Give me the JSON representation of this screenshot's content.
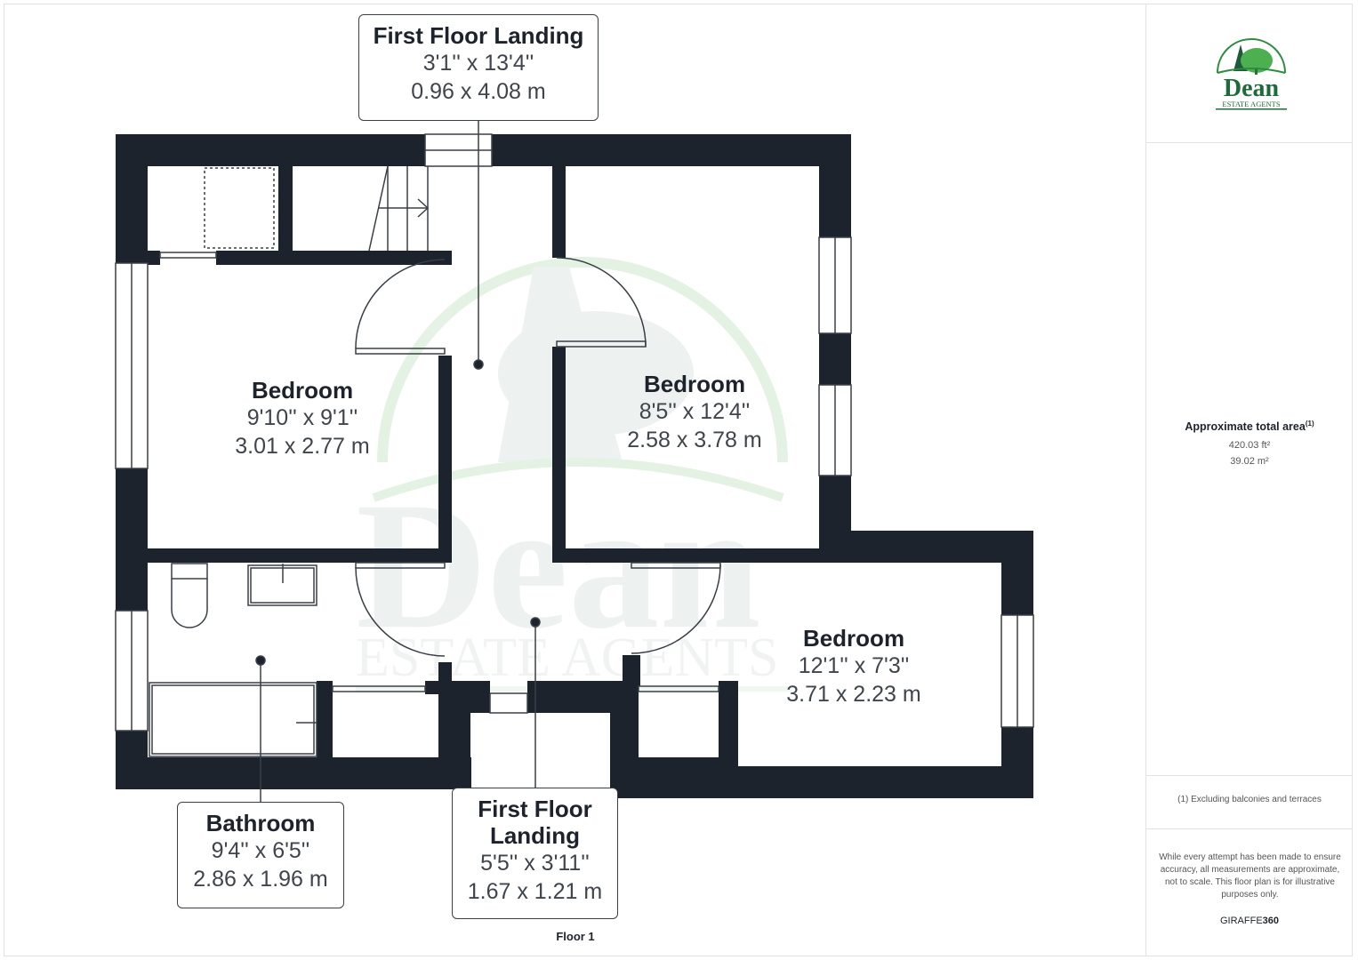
{
  "plan": {
    "floor_label": "Floor 1",
    "colors": {
      "wall": "#1d232c",
      "watermark_green": "#7cbf7a",
      "watermark_grey": "#dfe6e4"
    },
    "rooms": [
      {
        "id": "landing-top",
        "name": "First Floor Landing",
        "imperial": "3'1'' x 13'4''",
        "metric": "0.96 x 4.08 m"
      },
      {
        "id": "bedroom-left",
        "name": "Bedroom",
        "imperial": "9'10'' x 9'1''",
        "metric": "3.01 x 2.77 m"
      },
      {
        "id": "bedroom-right",
        "name": "Bedroom",
        "imperial": "8'5'' x 12'4''",
        "metric": "2.58 x 3.78 m"
      },
      {
        "id": "bedroom-bottom",
        "name": "Bedroom",
        "imperial": "12'1'' x 7'3''",
        "metric": "3.71 x 2.23 m"
      },
      {
        "id": "bathroom",
        "name": "Bathroom",
        "imperial": "9'4'' x 6'5''",
        "metric": "2.86 x 1.96 m"
      },
      {
        "id": "landing-bottom",
        "name_line1": "First Floor",
        "name_line2": "Landing",
        "imperial": "5'5'' x 3'11''",
        "metric": "1.67 x 1.21 m"
      }
    ],
    "watermark": {
      "title": "Dean",
      "subtitle": "ESTATE AGENTS"
    }
  },
  "sidebar": {
    "logo": {
      "title": "Dean",
      "subtitle": "ESTATE AGENTS",
      "icon": "tree-logo-icon",
      "color": "#1e7a3a"
    },
    "area": {
      "title": "Approximate total area",
      "footnote_marker": "(1)",
      "imperial": "420.03 ft²",
      "metric": "39.02 m²"
    },
    "footnote": "(1) Excluding balconies and terraces",
    "disclaimer": "While every attempt has been made to ensure accuracy, all measurements are approximate, not to scale. This floor plan is for illustrative purposes only.",
    "brand": {
      "prefix": "GIRAFFE",
      "suffix": "360"
    }
  }
}
